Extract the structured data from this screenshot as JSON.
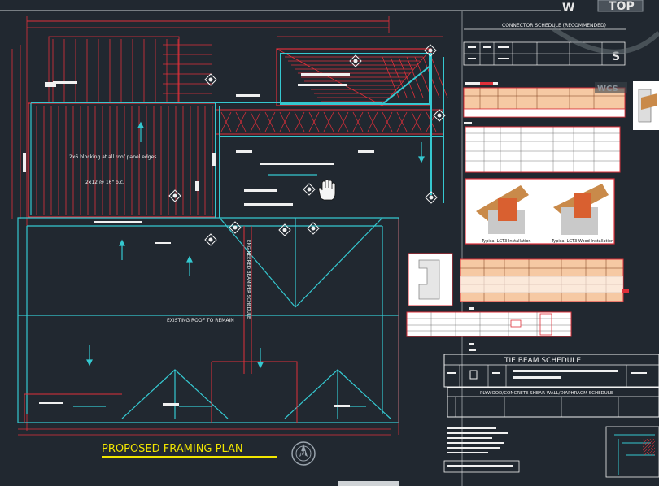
{
  "app": {
    "name": "CAD drawing viewport"
  },
  "viewcube": {
    "top_label": "TOP",
    "west_label": "W",
    "south_label": "S",
    "ucs_label": "WCS"
  },
  "drawing": {
    "plan_title": "PROPOSED FRAMING PLAN",
    "existing_roof_note": "EXISTING ROOF TO REMAIN",
    "left_note_1": "2x6 blocking at all roof panel edges",
    "left_note_2": "2x12 @ 16\" o.c.",
    "vertical_note": "ENGINEERED BEAM PER SCHEDULE",
    "north_label": "N",
    "tables": {
      "connector_schedule_title": "CONNECTOR SCHEDULE (RECOMMENDED)",
      "tie_beam_title": "TIE BEAM SCHEDULE",
      "plywood_title": "PLYWOOD/CONCRETE SHEAR WALL/DIAPHRAGM SCHEDULE",
      "install_caption_left": "Typical LGT3 Installation",
      "install_caption_right": "Typical LGT3 Wood Installation"
    }
  },
  "colors": {
    "background": "#212830",
    "red": "#e0303a",
    "cyan": "#35c8d0",
    "white": "#f0f0f0",
    "yellow": "#f2e600",
    "title_text": "#f2e600"
  },
  "cursor": {
    "icon": "pan-hand-icon"
  }
}
